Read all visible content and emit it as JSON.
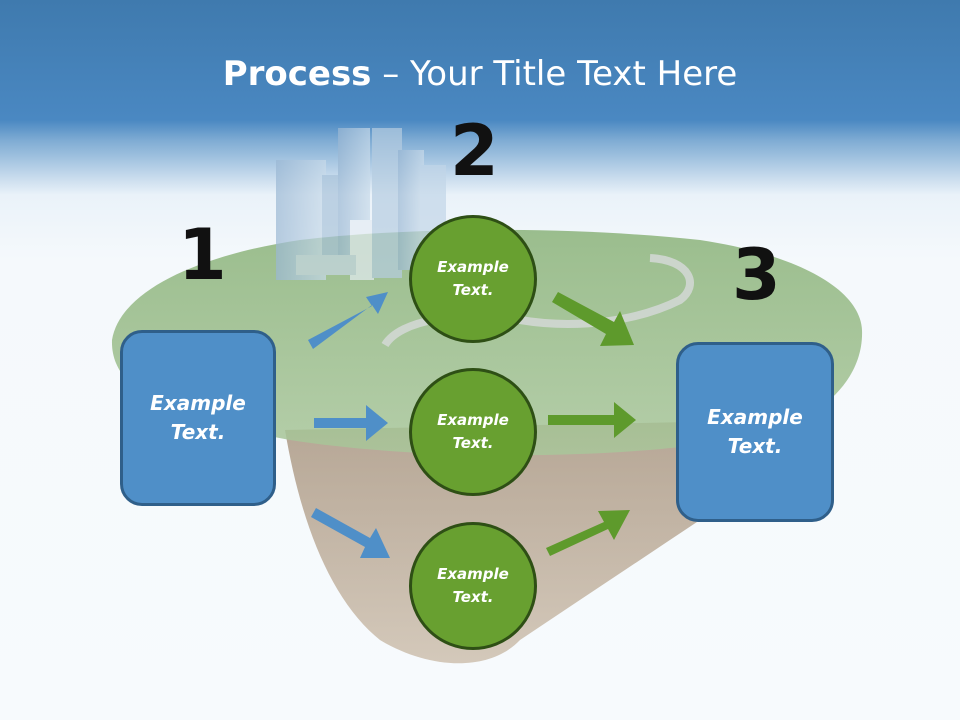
{
  "title": {
    "bold": "Process",
    "rest": " – Your Title Text Here"
  },
  "numbers": [
    "1",
    "2",
    "3"
  ],
  "left_box": "Example Text.",
  "circles": [
    "Example Text.",
    "Example Text.",
    "Example Text."
  ],
  "right_box": "Example Text.",
  "colors": {
    "blue": "#4f8fc8",
    "green": "#68a030"
  }
}
